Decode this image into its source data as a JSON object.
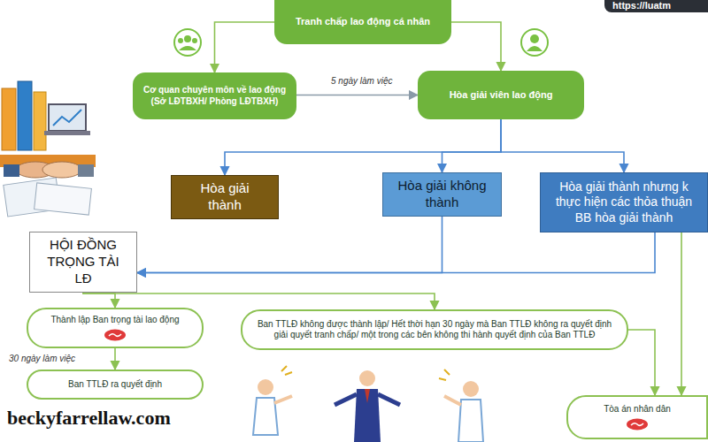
{
  "diagram": {
    "nodes": [
      {
        "text": [
          "Tranh chấp lao động cá nhân"
        ]
      },
      {
        "text": [
          "Cơ quan chuyên môn về lao động (Sở LĐTBXH/ Phòng LĐTBXH)"
        ]
      },
      {
        "text": [
          "Hòa giải viên lao động"
        ]
      },
      {
        "text": [
          "Hòa giải thành"
        ]
      },
      {
        "text": [
          "Hòa giải không thành"
        ]
      },
      {
        "text": [
          "Hòa giải thành nhưng k thực hiện các thỏa thuận BB hòa giải thành"
        ]
      },
      {
        "text": [
          "HỘI ĐỒNG TRỌNG TÀI LĐ"
        ]
      },
      {
        "text": [
          "Thành lập Ban trọng tài lao động"
        ]
      },
      {
        "text": [
          "Ban TTLĐ không được thành lập/ Hết thời hạn 30 ngày mà Ban TTLĐ không ra quyết định giải quyết tranh chấp/ một trong các bên không thi hành quyết định của Ban TTLĐ"
        ]
      },
      {
        "text": [
          "Ban TTLĐ ra quyết định"
        ]
      },
      {
        "text": [
          "Tòa án nhân dân"
        ]
      }
    ],
    "edges": [
      {
        "from": 0,
        "to": 1,
        "arrow": "to"
      },
      {
        "from": 0,
        "to": 2,
        "arrow": "to"
      },
      {
        "from": 1,
        "to": 2,
        "label": "5 ngày làm việc",
        "arrow": "to"
      },
      {
        "from": 2,
        "to": 3,
        "arrow": "to"
      },
      {
        "from": 2,
        "to": 4,
        "arrow": "to"
      },
      {
        "from": 2,
        "to": 5,
        "arrow": "to"
      },
      {
        "from": 4,
        "to": 6,
        "arrow": "to"
      },
      {
        "from": 5,
        "to": 6,
        "arrow": "to"
      },
      {
        "from": 6,
        "to": 7,
        "arrow": "to"
      },
      {
        "from": 6,
        "to": 8,
        "arrow": "to"
      },
      {
        "from": 7,
        "to": 9,
        "label": "30 ngày làm việc",
        "arrow": "to"
      },
      {
        "from": 8,
        "to": 10,
        "arrow": "to"
      },
      {
        "from": 5,
        "to": 10,
        "arrow": "to"
      }
    ],
    "labels": [
      "https://luatm",
      "beckyfarrellaw.com"
    ]
  }
}
